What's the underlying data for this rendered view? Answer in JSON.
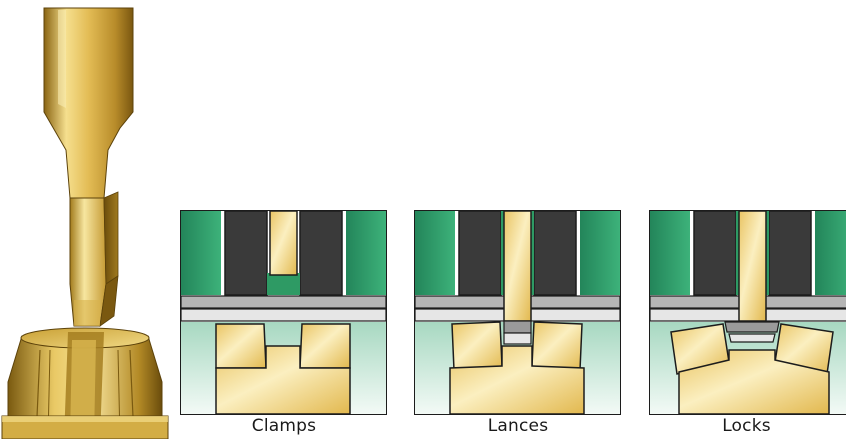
{
  "panels": [
    {
      "label": "Clamps"
    },
    {
      "label": "Lances"
    },
    {
      "label": "Locks"
    }
  ],
  "colors": {
    "gold_light": "#f8e7a6",
    "gold": "#e8c25e",
    "gold_dark": "#9a7418",
    "green": "#2e9a64",
    "green_light": "#cde9dc",
    "dark_block": "#3a3a3a",
    "plate_gray": "#b5b5b5",
    "plate_light": "#e6e6e6",
    "outline": "#1c1c1c"
  }
}
